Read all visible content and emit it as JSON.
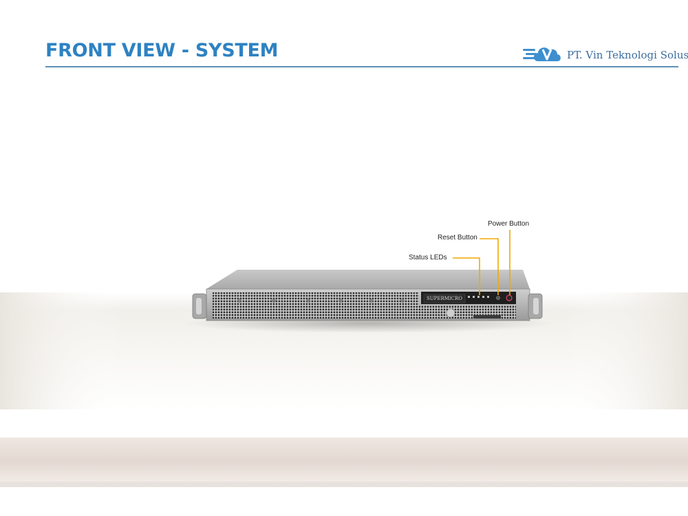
{
  "slide": {
    "title": "FRONT VIEW - SYSTEM",
    "logo_text": "PT. Vin Teknologi Solusi",
    "logo_icon": "cloud-v-icon"
  },
  "diagram": {
    "device": "1U rack server front panel",
    "brand": "SUPERMICRO",
    "callouts": [
      {
        "id": "power",
        "label": "Power Button"
      },
      {
        "id": "reset",
        "label": "Reset Button"
      },
      {
        "id": "leds",
        "label": "Status LEDs"
      }
    ],
    "colors": {
      "title": "#2e82c2",
      "rule": "#5a8fb8",
      "leader_line": "#f2a900",
      "chassis": "#b8b8b8",
      "power_ring": "#e0406a"
    }
  }
}
